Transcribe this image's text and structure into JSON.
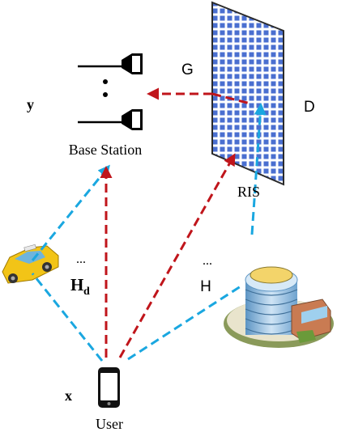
{
  "labels": {
    "y": "y",
    "x": "x",
    "G": "G",
    "D": "D",
    "H": "H",
    "Hd_main": "H",
    "Hd_sub": "d",
    "base_station": "Base Station",
    "ris": "RIS",
    "user": "User",
    "dots_left": "...",
    "dots_right": "...",
    "bs_dots": "•"
  },
  "colors": {
    "red_arrow": "#c0151b",
    "blue_arrow": "#1aa7e0",
    "ris_panel": "#4a6fd0",
    "ris_frame": "#2a2a2a",
    "taxi": "#f2c417",
    "building": "#7fb2d8"
  }
}
